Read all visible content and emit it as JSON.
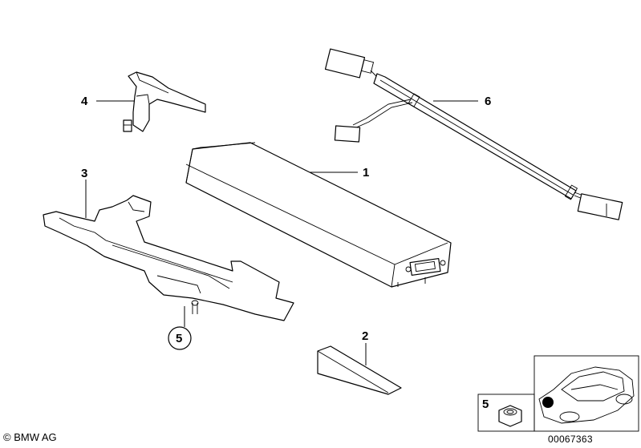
{
  "callouts": [
    {
      "id": "c1",
      "text": "1"
    },
    {
      "id": "c2",
      "text": "2"
    },
    {
      "id": "c3",
      "text": "3"
    },
    {
      "id": "c4",
      "text": "4"
    },
    {
      "id": "c5",
      "text": "5"
    },
    {
      "id": "c6",
      "text": "6"
    },
    {
      "id": "c5b",
      "text": "5"
    }
  ],
  "copyright": "© BMW AG",
  "reference_number": "00067363"
}
